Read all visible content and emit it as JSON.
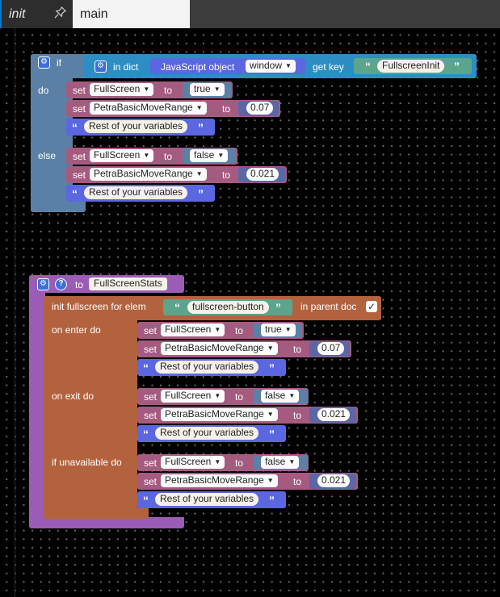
{
  "tabs": {
    "init_label": "init",
    "pin_icon": "pin-icon",
    "main_label": "main"
  },
  "if_block": {
    "if_label": "if",
    "in_dict_label": "in dict",
    "js_object_label": "JavaScript object",
    "js_object_value": "window",
    "get_key_label": "get key",
    "key_value": "FullscreenInit",
    "do_label": "do",
    "else_label": "else",
    "do_statements": {
      "set1_label": "set",
      "set1_var": "FullScreen",
      "set1_to": "to",
      "set1_value": "true",
      "set2_label": "set",
      "set2_var": "PetraBasicMoveRange",
      "set2_to": "to",
      "set2_value": "0.07",
      "comment": "Rest of your variables"
    },
    "else_statements": {
      "set1_label": "set",
      "set1_var": "FullScreen",
      "set1_to": "to",
      "set1_value": "false",
      "set2_label": "set",
      "set2_var": "PetraBasicMoveRange",
      "set2_to": "to",
      "set2_value": "0.021",
      "comment": "Rest of your variables"
    }
  },
  "procedure_block": {
    "to_label": "to",
    "name": "FullScreenStats",
    "init_label": "init fullscreen for elem",
    "elem_value": "fullscreen-button",
    "parent_doc_label": "in parent doc",
    "check_mark": "✓",
    "on_enter_label": "on enter do",
    "on_exit_label": "on exit do",
    "if_unavailable_label": "if unavailable do",
    "on_enter": {
      "set1_label": "set",
      "set1_var": "FullScreen",
      "set1_to": "to",
      "set1_value": "true",
      "set2_label": "set",
      "set2_var": "PetraBasicMoveRange",
      "set2_to": "to",
      "set2_value": "0.07",
      "comment": "Rest of your variables"
    },
    "on_exit": {
      "set1_label": "set",
      "set1_var": "FullScreen",
      "set1_to": "to",
      "set1_value": "false",
      "set2_label": "set",
      "set2_var": "PetraBasicMoveRange",
      "set2_to": "to",
      "set2_value": "0.021",
      "comment": "Rest of your variables"
    },
    "if_unavailable": {
      "set1_label": "set",
      "set1_var": "FullScreen",
      "set1_to": "to",
      "set1_value": "false",
      "set2_label": "set",
      "set2_var": "PetraBasicMoveRange",
      "set2_to": "to",
      "set2_value": "0.021",
      "comment": "Rest of your variables"
    }
  },
  "glyphs": {
    "open_quote": "“",
    "close_quote": "”",
    "gear": "⚙",
    "help": "?",
    "dropdown_arrow": "▼"
  }
}
